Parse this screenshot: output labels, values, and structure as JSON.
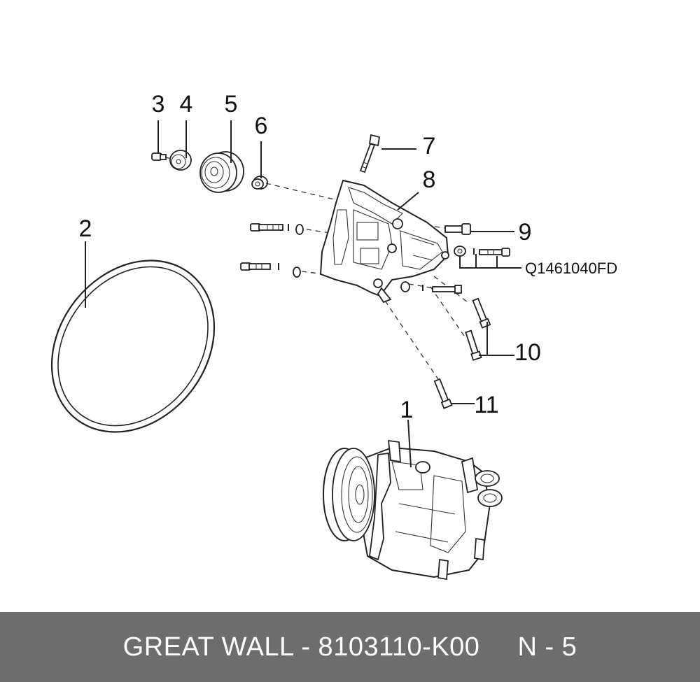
{
  "footer": {
    "brand_part": "GREAT WALL - 8103110-K00",
    "page": "N - 5"
  },
  "callouts": {
    "c1": "1",
    "c2": "2",
    "c3": "3",
    "c4": "4",
    "c5": "5",
    "c6": "6",
    "c7": "7",
    "c8": "8",
    "c9": "9",
    "c10": "10",
    "c11": "11"
  },
  "part_code": "Q1461040FD"
}
